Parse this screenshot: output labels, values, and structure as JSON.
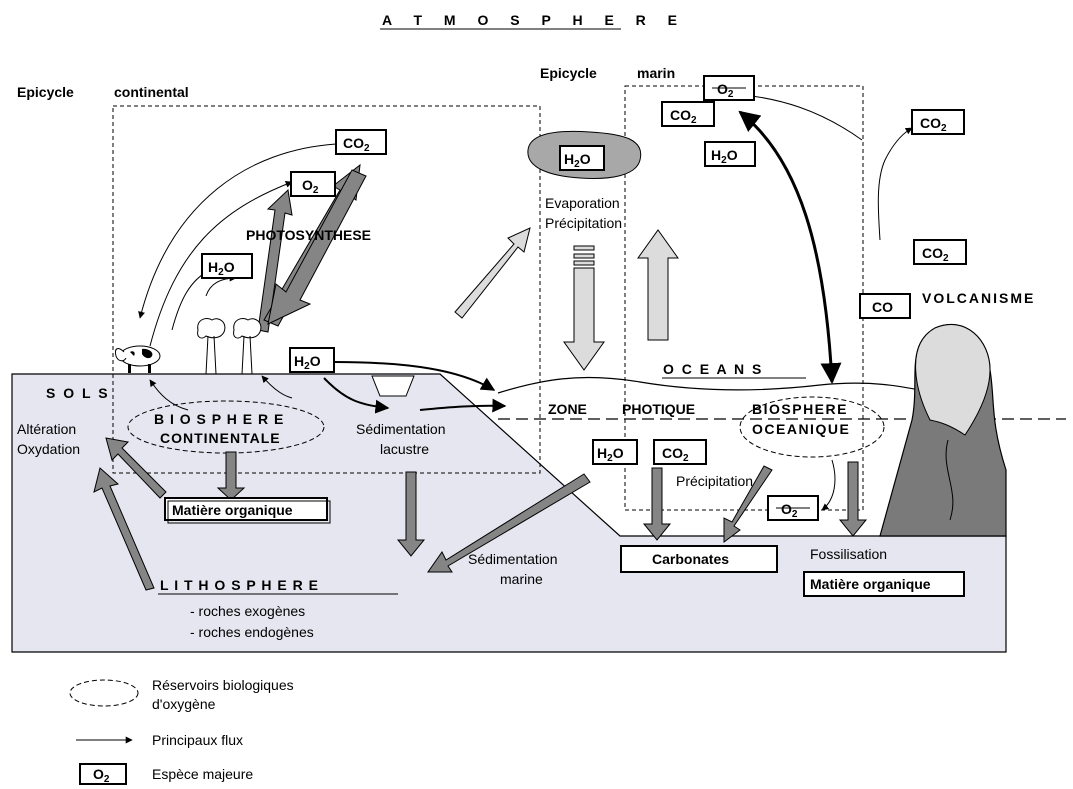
{
  "title": "A T M O S P H E R E",
  "epicycle_continental": {
    "word1": "Epicycle",
    "word2": "continental"
  },
  "epicycle_marin": {
    "word1": "Epicycle",
    "word2": "marin"
  },
  "photosynthese": "PHOTOSYNTHESE",
  "volcanisme": "VOLCANISME",
  "evaporation": "Evaporation",
  "precipitation_top": "Précipitation",
  "oceans": "O C E A N S",
  "zone": "ZONE",
  "photique": "PHOTIQUE",
  "sols": "S O L S",
  "alteration": "Altération",
  "oxydation": "Oxydation",
  "biosphere_cont": {
    "line1": "B I O S P H E R E",
    "line2": "CONTINENTALE"
  },
  "biosphere_ocean": {
    "line1": "BIOSPHERE",
    "line2": "OCEANIQUE"
  },
  "sedim_lacustre": {
    "line1": "Sédimentation",
    "line2": "lacustre"
  },
  "sedim_marine": {
    "line1": "Sédimentation",
    "line2": "marine"
  },
  "precipitation_ocean": "Précipitation",
  "fossilisation": "Fossilisation",
  "lithosphere": "L I T H O S P H E R E",
  "roches_exo": "- roches exogènes",
  "roches_endo": "- roches endogènes",
  "species": {
    "o2": {
      "base": "O",
      "sub": "2"
    },
    "co2": {
      "base": "CO",
      "sub": "2"
    },
    "h2o": {
      "pre": "H",
      "sub": "2",
      "post": "O"
    },
    "co": "CO"
  },
  "boxes": {
    "matiere_org_cont": "Matière organique",
    "carbonates": "Carbonates",
    "matiere_org_ocean": "Matière organique"
  },
  "legend": {
    "reservoirs_line1": "Réservoirs biologiques",
    "reservoirs_line2": "d'oxygène",
    "flux": "Principaux flux",
    "espece": "Espèce majeure"
  },
  "colors": {
    "fill_light": "#e6e6f0",
    "arrow_dark": "#858585",
    "arrow_light": "#dcdcdc"
  }
}
